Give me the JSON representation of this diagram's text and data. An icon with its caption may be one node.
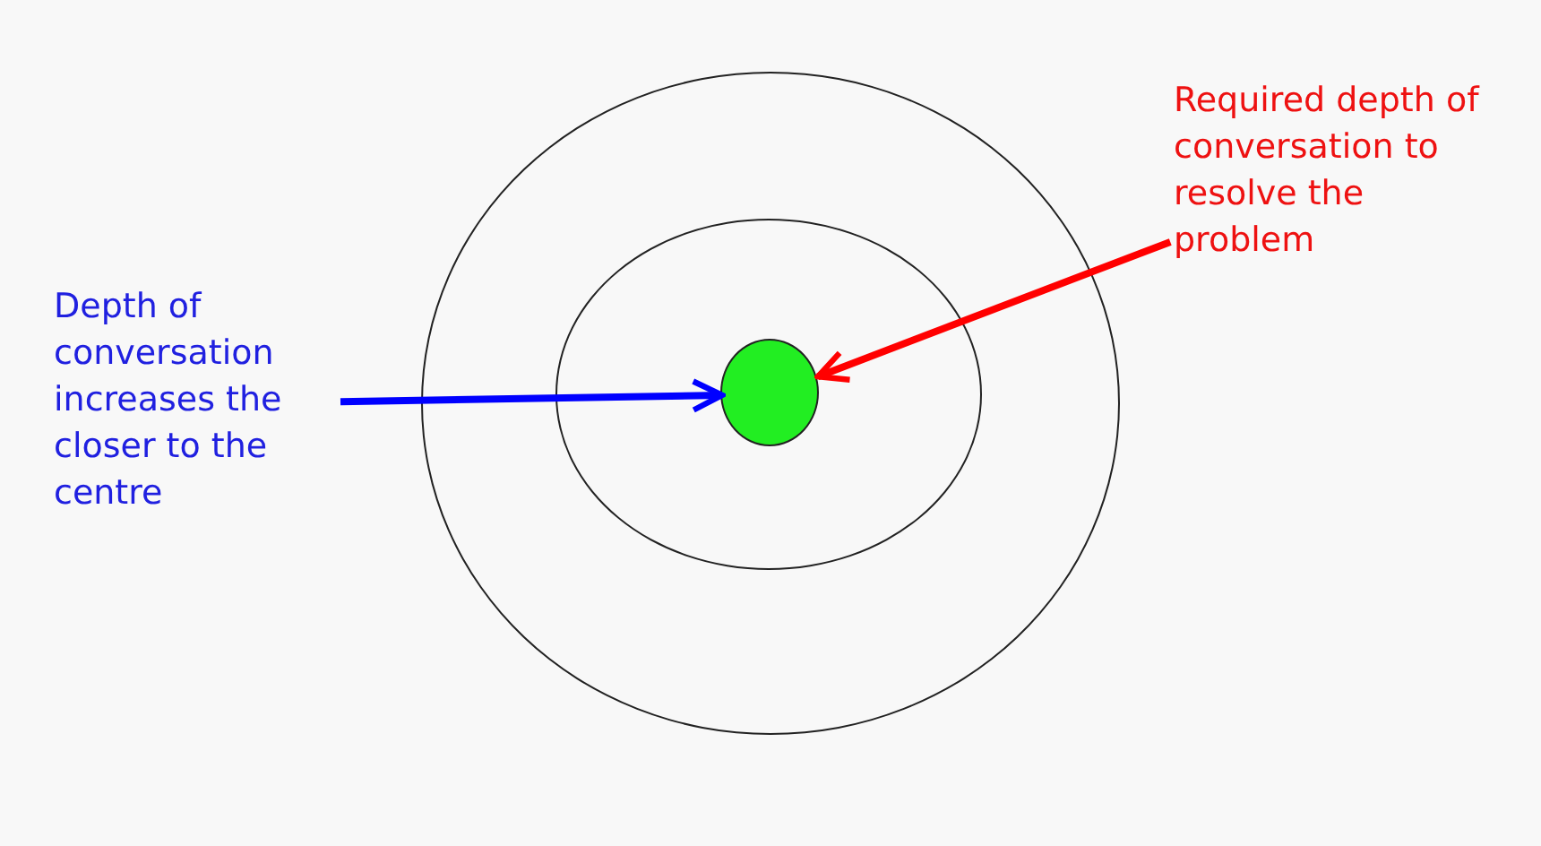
{
  "diagram": {
    "nodes": [
      {
        "text": [],
        "shape": "circle"
      },
      {
        "text": [],
        "shape": "circle",
        "in": 0
      },
      {
        "text": [],
        "shape": "circle",
        "in": 1
      },
      {
        "text": [
          "Depth of conversation increases the closer to the centre"
        ]
      },
      {
        "text": [
          "Required depth of conversation to resolve the problem"
        ]
      }
    ],
    "edges": [
      {
        "from": 3,
        "to": 2,
        "arrow": "to",
        "color": "#0000ff"
      },
      {
        "from": 4,
        "to": 2,
        "arrow": "to",
        "color": "#ff0000"
      }
    ]
  }
}
